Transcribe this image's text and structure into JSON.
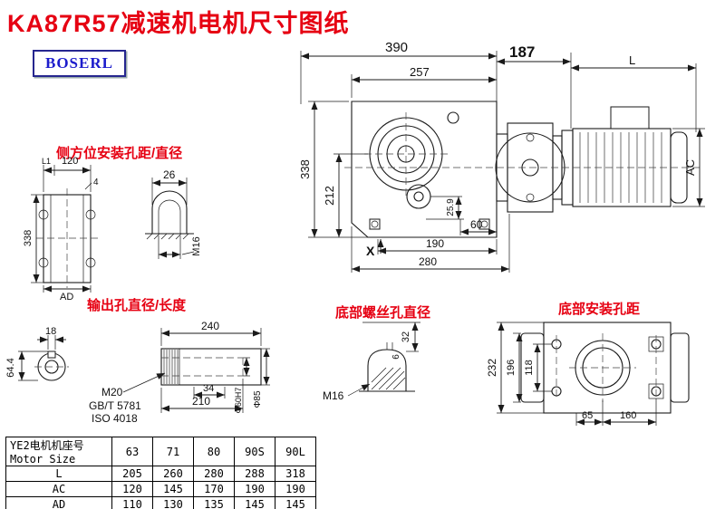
{
  "page": {
    "title": "KA87R57减速机电机尺寸图纸",
    "logo": "BOSERL"
  },
  "labels": {
    "side": "侧方位安装孔距/直径",
    "output": "输出孔直径/长度",
    "bottom_screw": "底部螺丝孔直径",
    "bottom_mount": "底部安装孔距"
  },
  "colors": {
    "accent_red": "#e60012",
    "logo_blue": "#1c1ccc",
    "line": "#1a1a1a"
  },
  "main_view": {
    "d390": "390",
    "d257": "257",
    "d187": "187",
    "dL": "L",
    "d338": "338",
    "d212": "212",
    "d25_9": "25.9",
    "d60": "60",
    "d190": "190",
    "d280": "280",
    "dX": "X",
    "dAC": "AC"
  },
  "side_view": {
    "dL1": "L1",
    "d120": "120",
    "d4": "4",
    "d338": "338",
    "dAD": "AD",
    "d26": "26",
    "dM16": "M16"
  },
  "output_view": {
    "d18": "18",
    "d64_4": "64.4",
    "d240": "240",
    "d34": "34",
    "d210": "210",
    "dM20": "M20",
    "gb": "GB/T 5781",
    "iso": "ISO 4018",
    "d60h7": "Φ60H7",
    "d85": "Φ85"
  },
  "screw_view": {
    "d32": "32",
    "d6": "6",
    "dM16": "M16"
  },
  "mount_view": {
    "d232": "232",
    "d196": "196",
    "d118": "118",
    "d65": "65",
    "d160": "160"
  },
  "table": {
    "header": {
      "cn": "YE2电机机座号",
      "en": "Motor Size",
      "sizes": [
        "63",
        "71",
        "80",
        "90S",
        "90L"
      ]
    },
    "rows": [
      {
        "label": "L",
        "values": [
          "205",
          "260",
          "280",
          "288",
          "318"
        ]
      },
      {
        "label": "AC",
        "values": [
          "120",
          "145",
          "170",
          "190",
          "190"
        ]
      },
      {
        "label": "AD",
        "values": [
          "110",
          "130",
          "135",
          "145",
          "145"
        ]
      }
    ]
  }
}
